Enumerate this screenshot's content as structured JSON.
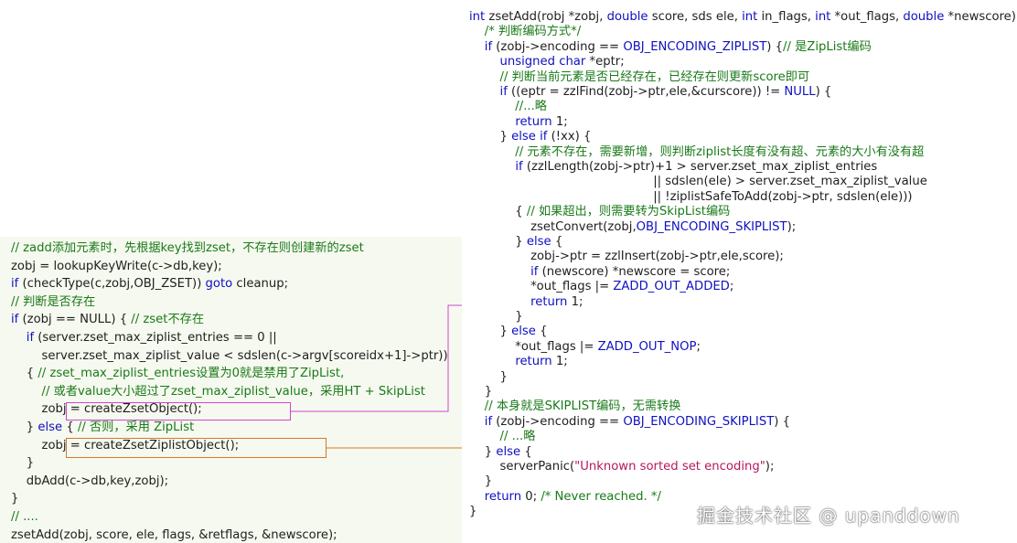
{
  "left_code": [
    [
      {
        "c": "cm",
        "t": "// zadd添加元素时，先根据key找到zset，不存在则创建新的zset"
      }
    ],
    [
      {
        "c": "fn",
        "t": "zobj = lookupKeyWrite(c->db,key);"
      }
    ],
    [
      {
        "c": "kw",
        "t": "if"
      },
      {
        "c": "fn",
        "t": " (checkType(c,zobj,OBJ_ZSET)) "
      },
      {
        "c": "kw",
        "t": "goto"
      },
      {
        "c": "fn",
        "t": " cleanup;"
      }
    ],
    [
      {
        "c": "cm",
        "t": "// 判断是否存在"
      }
    ],
    [
      {
        "c": "kw",
        "t": "if"
      },
      {
        "c": "fn",
        "t": " (zobj == NULL) { "
      },
      {
        "c": "cm",
        "t": "// zset不存在"
      }
    ],
    [
      {
        "c": "fn",
        "t": "    "
      },
      {
        "c": "kw",
        "t": "if"
      },
      {
        "c": "fn",
        "t": " (server.zset_max_ziplist_entries == 0 ||"
      }
    ],
    [
      {
        "c": "fn",
        "t": "        server.zset_max_ziplist_value < sdslen(c->argv[scoreidx+1]->ptr))"
      }
    ],
    [
      {
        "c": "fn",
        "t": "    { "
      },
      {
        "c": "cm",
        "t": "// zset_max_ziplist_entries设置为0就是禁用了ZipList,"
      }
    ],
    [
      {
        "c": "cm",
        "t": "        // 或者value大小超过了zset_max_ziplist_value，采用HT + SkipList"
      }
    ],
    [
      {
        "c": "fn",
        "t": "        zobj = createZsetObject();"
      }
    ],
    [
      {
        "c": "fn",
        "t": "    } "
      },
      {
        "c": "kw",
        "t": "else"
      },
      {
        "c": "fn",
        "t": " { "
      },
      {
        "c": "cm",
        "t": "// 否则，采用 ZipList"
      }
    ],
    [
      {
        "c": "fn",
        "t": "        zobj = createZsetZiplistObject();"
      }
    ],
    [
      {
        "c": "fn",
        "t": "    }"
      }
    ],
    [
      {
        "c": "fn",
        "t": "    dbAdd(c->db,key,zobj);"
      }
    ],
    [
      {
        "c": "fn",
        "t": "}"
      }
    ],
    [
      {
        "c": "cm",
        "t": "// ...."
      }
    ],
    [
      {
        "c": "fn",
        "t": "zsetAdd(zobj, score, ele, flags, &retflags, &newscore);"
      }
    ]
  ],
  "right_code": [
    [
      {
        "c": "kw",
        "t": "int"
      },
      {
        "c": "fn",
        "t": " zsetAdd(robj *zobj, "
      },
      {
        "c": "kw",
        "t": "double"
      },
      {
        "c": "fn",
        "t": " score, sds ele, "
      },
      {
        "c": "kw",
        "t": "int"
      },
      {
        "c": "fn",
        "t": " in_flags, "
      },
      {
        "c": "kw",
        "t": "int"
      },
      {
        "c": "fn",
        "t": " *out_flags, "
      },
      {
        "c": "kw",
        "t": "double"
      },
      {
        "c": "fn",
        "t": " *newscore) {"
      }
    ],
    [
      {
        "c": "cm",
        "t": "    /* 判断编码方式*/"
      }
    ],
    [
      {
        "c": "fn",
        "t": "    "
      },
      {
        "c": "kw",
        "t": "if"
      },
      {
        "c": "fn",
        "t": " (zobj->encoding == "
      },
      {
        "c": "kw",
        "t": "OBJ_ENCODING_ZIPLIST"
      },
      {
        "c": "fn",
        "t": ") {"
      },
      {
        "c": "cm",
        "t": "// 是ZipList编码"
      }
    ],
    [
      {
        "c": "fn",
        "t": "        "
      },
      {
        "c": "kw",
        "t": "unsigned char"
      },
      {
        "c": "fn",
        "t": " *eptr;"
      }
    ],
    [
      {
        "c": "cm",
        "t": "        // 判断当前元素是否已经存在，已经存在则更新score即可"
      }
    ],
    [
      {
        "c": "fn",
        "t": "        "
      },
      {
        "c": "kw",
        "t": "if"
      },
      {
        "c": "fn",
        "t": " ((eptr = zzlFind(zobj->ptr,ele,&curscore)) != "
      },
      {
        "c": "kw",
        "t": "NULL"
      },
      {
        "c": "fn",
        "t": ") {"
      }
    ],
    [
      {
        "c": "cm",
        "t": "            //...略"
      }
    ],
    [
      {
        "c": "fn",
        "t": "            "
      },
      {
        "c": "kw",
        "t": "return"
      },
      {
        "c": "fn",
        "t": " 1;"
      }
    ],
    [
      {
        "c": "fn",
        "t": "        } "
      },
      {
        "c": "kw",
        "t": "else if"
      },
      {
        "c": "fn",
        "t": " (!xx) {"
      }
    ],
    [
      {
        "c": "cm",
        "t": "            // 元素不存在，需要新增，则判断ziplist长度有没有超、元素的大小有没有超"
      }
    ],
    [
      {
        "c": "fn",
        "t": "            "
      },
      {
        "c": "kw",
        "t": "if"
      },
      {
        "c": "fn",
        "t": " (zzlLength(zobj->ptr)+1 > server.zset_max_ziplist_entries"
      }
    ],
    [
      {
        "c": "fn",
        "t": "                                                || sdslen(ele) > server.zset_max_ziplist_value"
      }
    ],
    [
      {
        "c": "fn",
        "t": "                                                || !ziplistSafeToAdd(zobj->ptr, sdslen(ele)))"
      }
    ],
    [
      {
        "c": "fn",
        "t": "            { "
      },
      {
        "c": "cm",
        "t": "// 如果超出，则需要转为SkipList编码"
      }
    ],
    [
      {
        "c": "fn",
        "t": "                zsetConvert(zobj,"
      },
      {
        "c": "kw",
        "t": "OBJ_ENCODING_SKIPLIST"
      },
      {
        "c": "fn",
        "t": ");"
      }
    ],
    [
      {
        "c": "fn",
        "t": "            } "
      },
      {
        "c": "kw",
        "t": "else"
      },
      {
        "c": "fn",
        "t": " {"
      }
    ],
    [
      {
        "c": "fn",
        "t": "                zobj->ptr = zzlInsert(zobj->ptr,ele,score);"
      }
    ],
    [
      {
        "c": "fn",
        "t": "                "
      },
      {
        "c": "kw",
        "t": "if"
      },
      {
        "c": "fn",
        "t": " (newscore) *newscore = score;"
      }
    ],
    [
      {
        "c": "fn",
        "t": "                *out_flags |= "
      },
      {
        "c": "kw",
        "t": "ZADD_OUT_ADDED"
      },
      {
        "c": "fn",
        "t": ";"
      }
    ],
    [
      {
        "c": "fn",
        "t": "                "
      },
      {
        "c": "kw",
        "t": "return"
      },
      {
        "c": "fn",
        "t": " 1;"
      }
    ],
    [
      {
        "c": "fn",
        "t": "            }"
      }
    ],
    [
      {
        "c": "fn",
        "t": "        } "
      },
      {
        "c": "kw",
        "t": "else"
      },
      {
        "c": "fn",
        "t": " {"
      }
    ],
    [
      {
        "c": "fn",
        "t": "            *out_flags |= "
      },
      {
        "c": "kw",
        "t": "ZADD_OUT_NOP"
      },
      {
        "c": "fn",
        "t": ";"
      }
    ],
    [
      {
        "c": "fn",
        "t": "            "
      },
      {
        "c": "kw",
        "t": "return"
      },
      {
        "c": "fn",
        "t": " 1;"
      }
    ],
    [
      {
        "c": "fn",
        "t": "        }"
      }
    ],
    [
      {
        "c": "fn",
        "t": "    }"
      }
    ],
    [
      {
        "c": "cm",
        "t": "    // 本身就是SKIPLIST编码，无需转换"
      }
    ],
    [
      {
        "c": "fn",
        "t": "    "
      },
      {
        "c": "kw",
        "t": "if"
      },
      {
        "c": "fn",
        "t": " (zobj->encoding == "
      },
      {
        "c": "kw",
        "t": "OBJ_ENCODING_SKIPLIST"
      },
      {
        "c": "fn",
        "t": ") {"
      }
    ],
    [
      {
        "c": "cm",
        "t": "        // ...略"
      }
    ],
    [
      {
        "c": "fn",
        "t": "    } "
      },
      {
        "c": "kw",
        "t": "else"
      },
      {
        "c": "fn",
        "t": " {"
      }
    ],
    [
      {
        "c": "fn",
        "t": "        serverPanic("
      },
      {
        "c": "st",
        "t": "\"Unknown sorted set encoding\""
      },
      {
        "c": "fn",
        "t": ");"
      }
    ],
    [
      {
        "c": "fn",
        "t": "    }"
      }
    ],
    [
      {
        "c": "fn",
        "t": "    "
      },
      {
        "c": "kw",
        "t": "return"
      },
      {
        "c": "fn",
        "t": " 0; "
      },
      {
        "c": "cm",
        "t": "/* Never reached. */"
      }
    ],
    [
      {
        "c": "fn",
        "t": "}"
      }
    ]
  ],
  "watermark": "掘金技术社区 @ upanddown",
  "colors": {
    "left_bg": "#f6f9ef",
    "keyword": "#1010c0",
    "comment": "#1a7a1a",
    "string": "#b8165f",
    "highlight_object": "#d046d0",
    "highlight_ziplist": "#d47a2a"
  }
}
